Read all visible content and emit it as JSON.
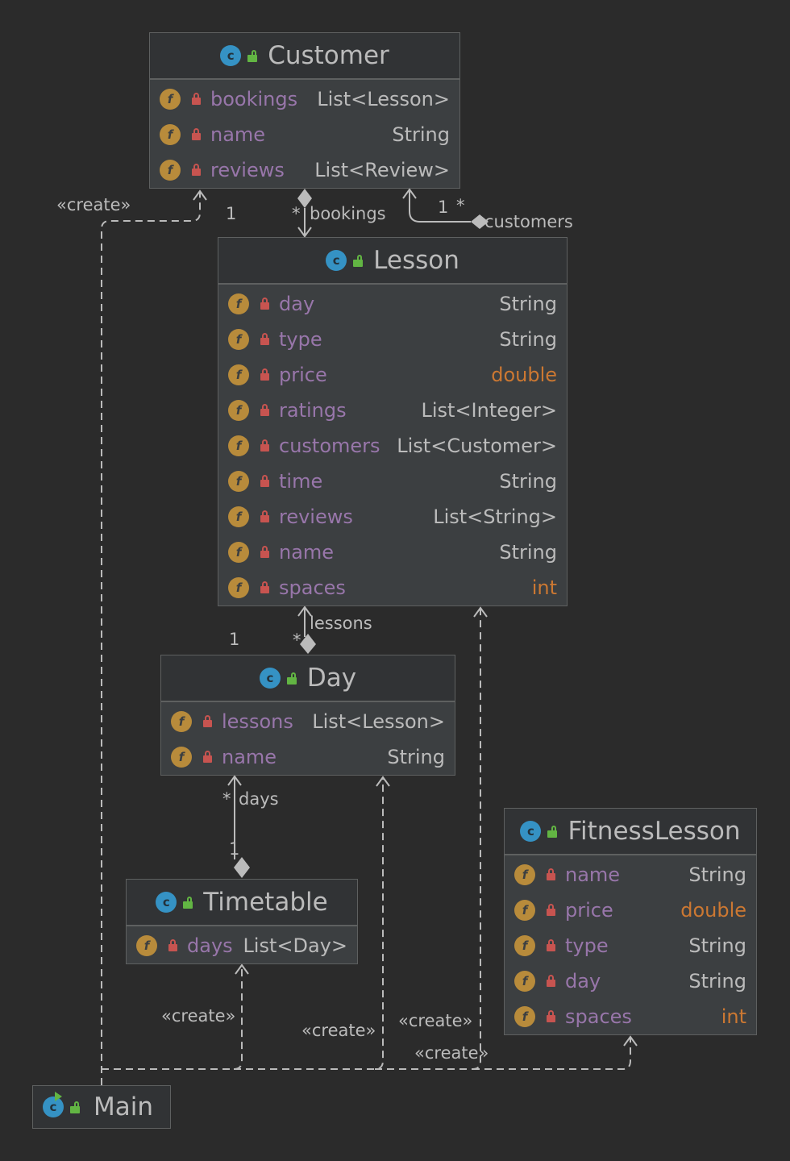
{
  "classes": [
    {
      "name": "Customer",
      "fields": [
        {
          "name": "bookings",
          "type": "List<Lesson>",
          "primitive": false
        },
        {
          "name": "name",
          "type": "String",
          "primitive": false
        },
        {
          "name": "reviews",
          "type": "List<Review>",
          "primitive": false
        }
      ]
    },
    {
      "name": "Lesson",
      "fields": [
        {
          "name": "day",
          "type": "String",
          "primitive": false
        },
        {
          "name": "type",
          "type": "String",
          "primitive": false
        },
        {
          "name": "price",
          "type": "double",
          "primitive": true
        },
        {
          "name": "ratings",
          "type": "List<Integer>",
          "primitive": false
        },
        {
          "name": "customers",
          "type": "List<Customer>",
          "primitive": false
        },
        {
          "name": "time",
          "type": "String",
          "primitive": false
        },
        {
          "name": "reviews",
          "type": "List<String>",
          "primitive": false
        },
        {
          "name": "name",
          "type": "String",
          "primitive": false
        },
        {
          "name": "spaces",
          "type": "int",
          "primitive": true
        }
      ]
    },
    {
      "name": "Day",
      "fields": [
        {
          "name": "lessons",
          "type": "List<Lesson>",
          "primitive": false
        },
        {
          "name": "name",
          "type": "String",
          "primitive": false
        }
      ]
    },
    {
      "name": "Timetable",
      "fields": [
        {
          "name": "days",
          "type": "List<Day>",
          "primitive": false
        }
      ]
    },
    {
      "name": "FitnessLesson",
      "fields": [
        {
          "name": "name",
          "type": "String",
          "primitive": false
        },
        {
          "name": "price",
          "type": "double",
          "primitive": true
        },
        {
          "name": "type",
          "type": "String",
          "primitive": false
        },
        {
          "name": "day",
          "type": "String",
          "primitive": false
        },
        {
          "name": "spaces",
          "type": "int",
          "primitive": true
        }
      ]
    }
  ],
  "main": {
    "name": "Main"
  },
  "icons": {
    "class": "class-icon",
    "field": "field-icon",
    "visibility_public": "public-visibility-icon",
    "visibility_private": "private-lock-icon",
    "run": "run-badge-icon"
  },
  "icon_glyphs": {
    "class": "c",
    "field": "f"
  },
  "colors": {
    "background": "#2b2b2b",
    "class_body": "#3c3f41",
    "header": "#313335",
    "field_name": "#9876aa",
    "type": "#bbbbbb",
    "primitive_type": "#cc7832",
    "class_icon": "#3592c4",
    "field_icon": "#b88b3b",
    "lock": "#c75450",
    "public": "#62b543"
  },
  "edges": {
    "customer_lesson": {
      "role": "bookings",
      "mult_source": "*"
    },
    "lesson_customer": {
      "role": "customers",
      "mult_target": "1",
      "mult_source": "*"
    },
    "day_lesson": {
      "role": "lessons",
      "mult_target": "1",
      "mult_source": "*"
    },
    "timetable_day": {
      "role": "days",
      "mult_target": "*",
      "mult_source": "1"
    },
    "main_customer": {
      "stereotype": "«create»",
      "mult": "1"
    },
    "main_timetable": {
      "stereotype": "«create»"
    },
    "main_day": {
      "stereotype": "«create»"
    },
    "main_lesson": {
      "stereotype": "«create»"
    },
    "main_fitnesslesson": {
      "stereotype": "«create»"
    }
  }
}
